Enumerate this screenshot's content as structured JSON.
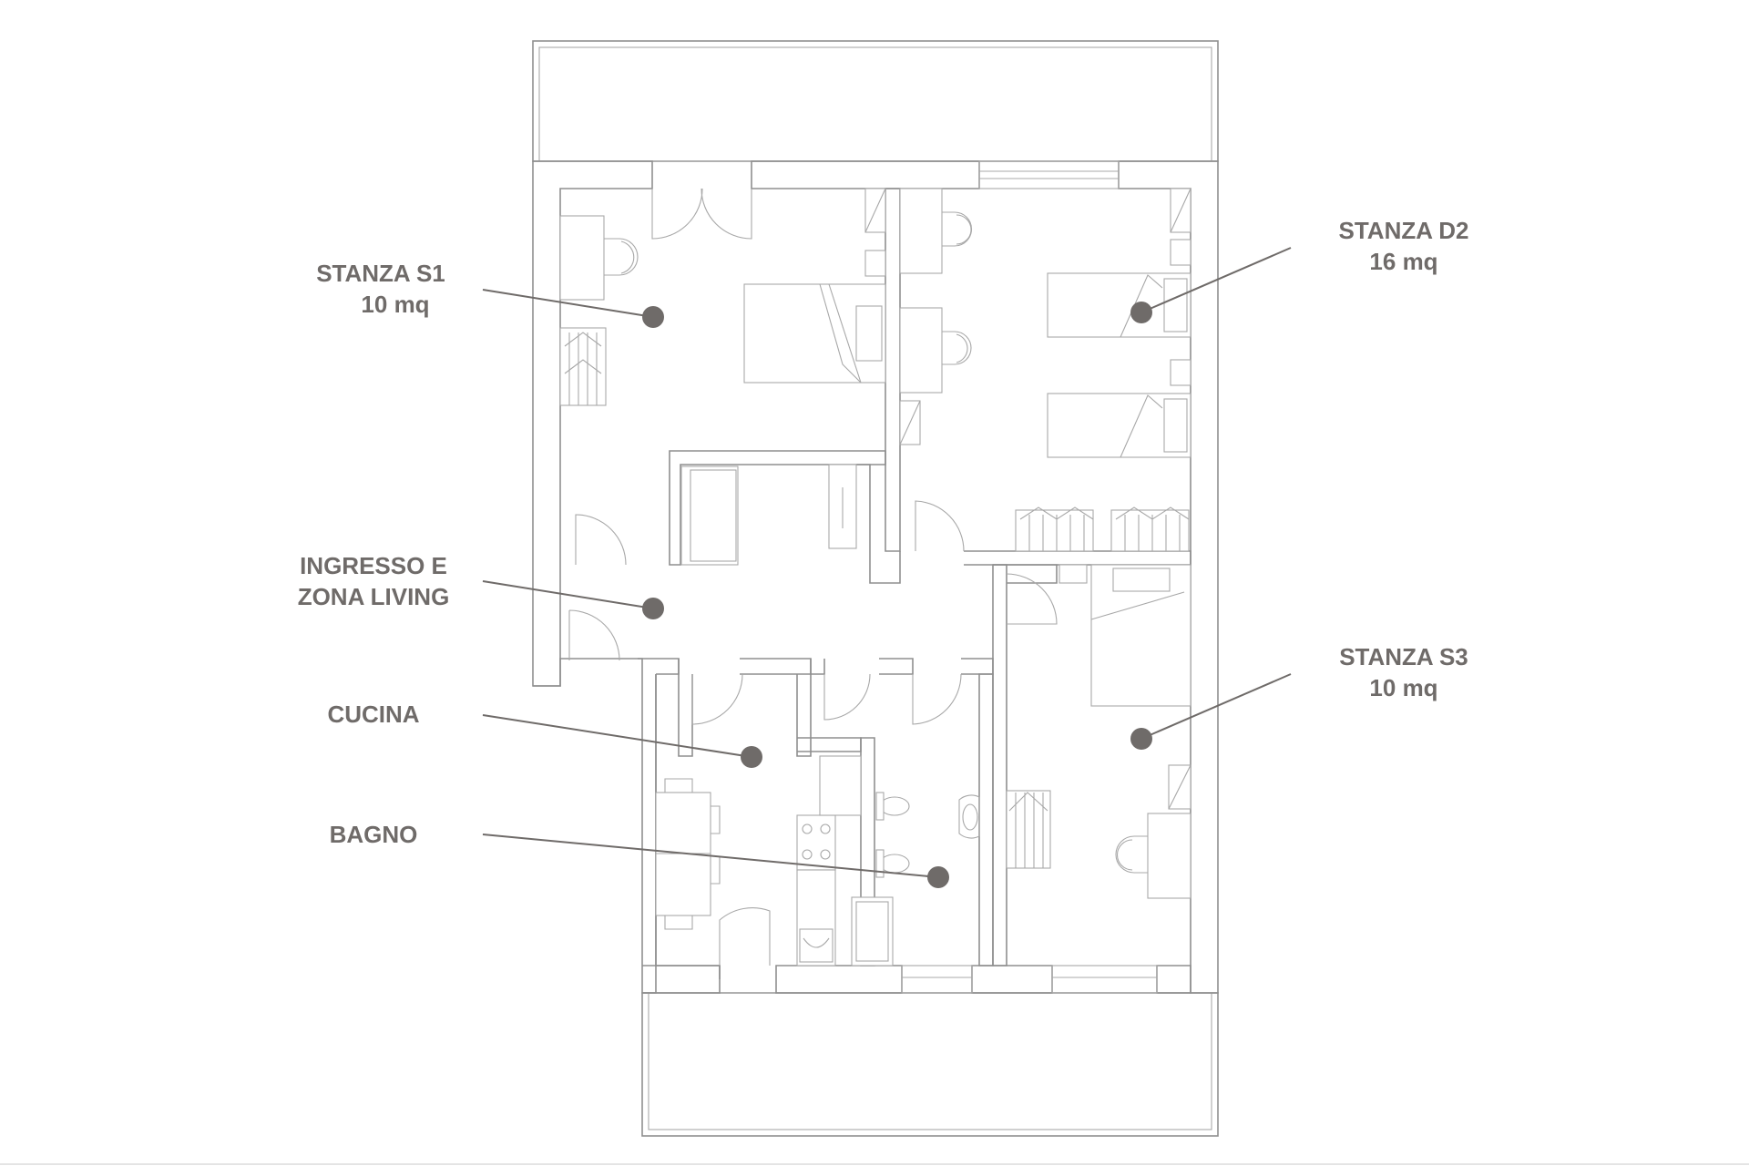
{
  "rooms": [
    {
      "id": "s1",
      "name": "STANZA S1",
      "area": "10 mq"
    },
    {
      "id": "d2",
      "name": "STANZA D2",
      "area": "16 mq"
    },
    {
      "id": "ingresso",
      "name": "INGRESSO E",
      "area": "ZONA LIVING"
    },
    {
      "id": "cucina",
      "name": "CUCINA",
      "area": ""
    },
    {
      "id": "bagno",
      "name": "BAGNO",
      "area": ""
    },
    {
      "id": "s3",
      "name": "STANZA S3",
      "area": "10 mq"
    }
  ],
  "colors": {
    "walls": "#8f8f8f",
    "furniture": "#a8a8a8",
    "labels": "#6f6b69",
    "background": "#ffffff"
  }
}
